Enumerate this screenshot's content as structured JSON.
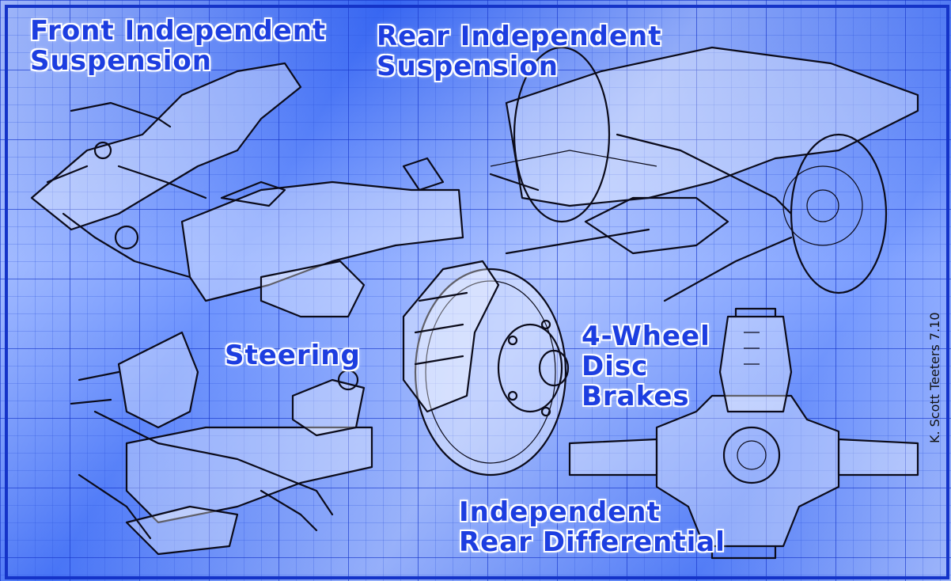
{
  "labels": {
    "front_suspension_line1": "Front Independent",
    "front_suspension_line2": "Suspension",
    "rear_suspension_line1": "Rear Independent",
    "rear_suspension_line2": "Suspension",
    "steering": "Steering",
    "brakes_line1": "4-Wheel",
    "brakes_line2": "Disc",
    "brakes_line3": "Brakes",
    "differential_line1": "Independent",
    "differential_line2": "Rear Differential"
  },
  "signature": "K. Scott Teeters 7.10",
  "colors": {
    "blueprint_blue": "#2a5cf0",
    "label_blue": "#1d3ee0",
    "ink": "#0b0b1a"
  }
}
